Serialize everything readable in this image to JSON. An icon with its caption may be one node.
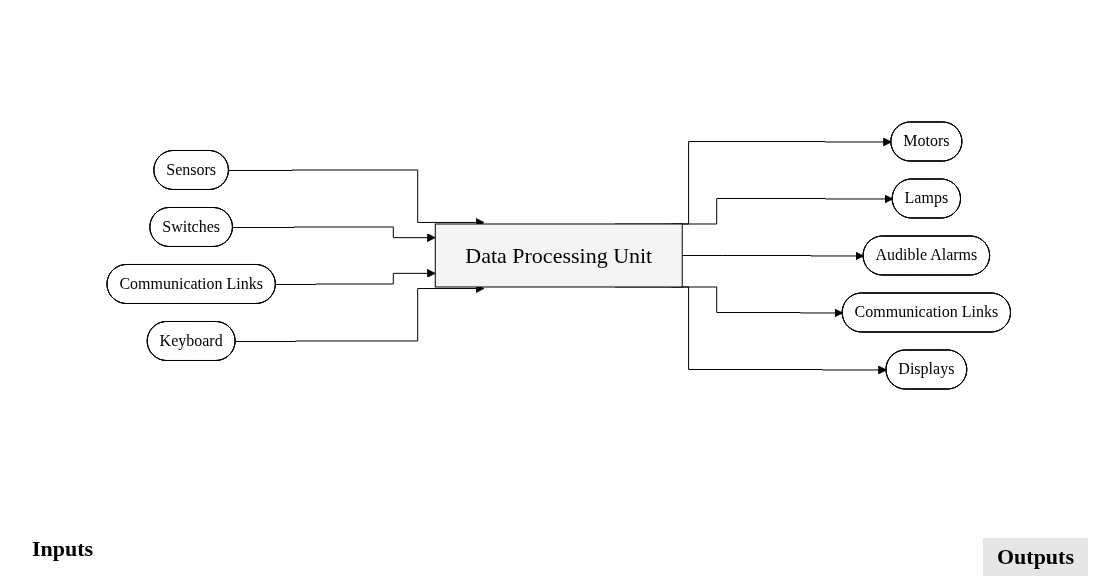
{
  "diagram": {
    "nodes": [
      {
        "text": [
          "Sensors"
        ]
      },
      {
        "text": [
          "Switches"
        ]
      },
      {
        "text": [
          "Communication Links"
        ]
      },
      {
        "text": [
          "Keyboard"
        ]
      },
      {
        "text": [
          "Data Processing Unit"
        ]
      },
      {
        "text": [
          "Motors"
        ]
      },
      {
        "text": [
          "Lamps"
        ]
      },
      {
        "text": [
          "Audible Alarms"
        ]
      },
      {
        "text": [
          "Communication Links"
        ]
      },
      {
        "text": [
          "Displays"
        ]
      }
    ],
    "edges": [
      {
        "from": 0,
        "to": 4,
        "arrow": "to"
      },
      {
        "from": 1,
        "to": 4,
        "arrow": "to"
      },
      {
        "from": 2,
        "to": 4,
        "arrow": "to"
      },
      {
        "from": 3,
        "to": 4,
        "arrow": "to"
      },
      {
        "from": 4,
        "to": 5,
        "arrow": "to"
      },
      {
        "from": 4,
        "to": 6,
        "arrow": "to"
      },
      {
        "from": 4,
        "to": 7,
        "arrow": "to"
      },
      {
        "from": 4,
        "to": 8,
        "arrow": "to"
      },
      {
        "from": 4,
        "to": 9,
        "arrow": "to"
      }
    ],
    "labels": [
      "Inputs",
      "Outputs"
    ]
  }
}
